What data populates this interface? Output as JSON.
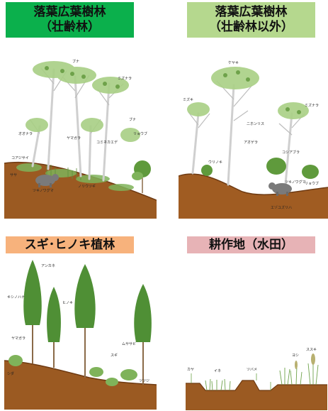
{
  "colors": {
    "label_green": "#0bb04c",
    "label_lightgreen": "#b5d88e",
    "label_orange": "#f7b27c",
    "label_pink": "#e7b3b6",
    "soil": "#9b5a22",
    "soil_dark": "#6e3a12",
    "foliage": "#8cbf5a",
    "foliage_dark": "#4e8b34"
  },
  "panels": {
    "p1": {
      "title_line1": "落葉広葉樹林",
      "title_line2": "（壮齢林）",
      "species": [
        "ブナ",
        "ミズナラ",
        "オオナラ",
        "ヤマガラ",
        "コミネカエデ",
        "リョウブ",
        "ブナ",
        "コアジサイ",
        "ササ",
        "ノリウツギ",
        "ツキノワグマ"
      ]
    },
    "p2": {
      "title_line1": "落葉広葉樹林",
      "title_line2": "（壮齢林以外）",
      "species": [
        "ケヤキ",
        "ミズキ",
        "ニホンリス",
        "アオゲラ",
        "ミズナラ",
        "コシアブラ",
        "ウリノキ",
        "ツキノワグマ",
        "リョウブ",
        "エゾユズリハ"
      ]
    },
    "p3": {
      "title": "スギ･ヒノキ植林",
      "species": [
        "アンカネ",
        "キシノハナ",
        "ヤマガラ",
        "ヒノキ",
        "ムササビ",
        "シダ",
        "スギ",
        "ツツジ"
      ]
    },
    "p4": {
      "title": "耕作地（水田）",
      "species": [
        "イネ",
        "ヨシ",
        "カヤ",
        "ススキ",
        "ツバメ"
      ]
    }
  }
}
